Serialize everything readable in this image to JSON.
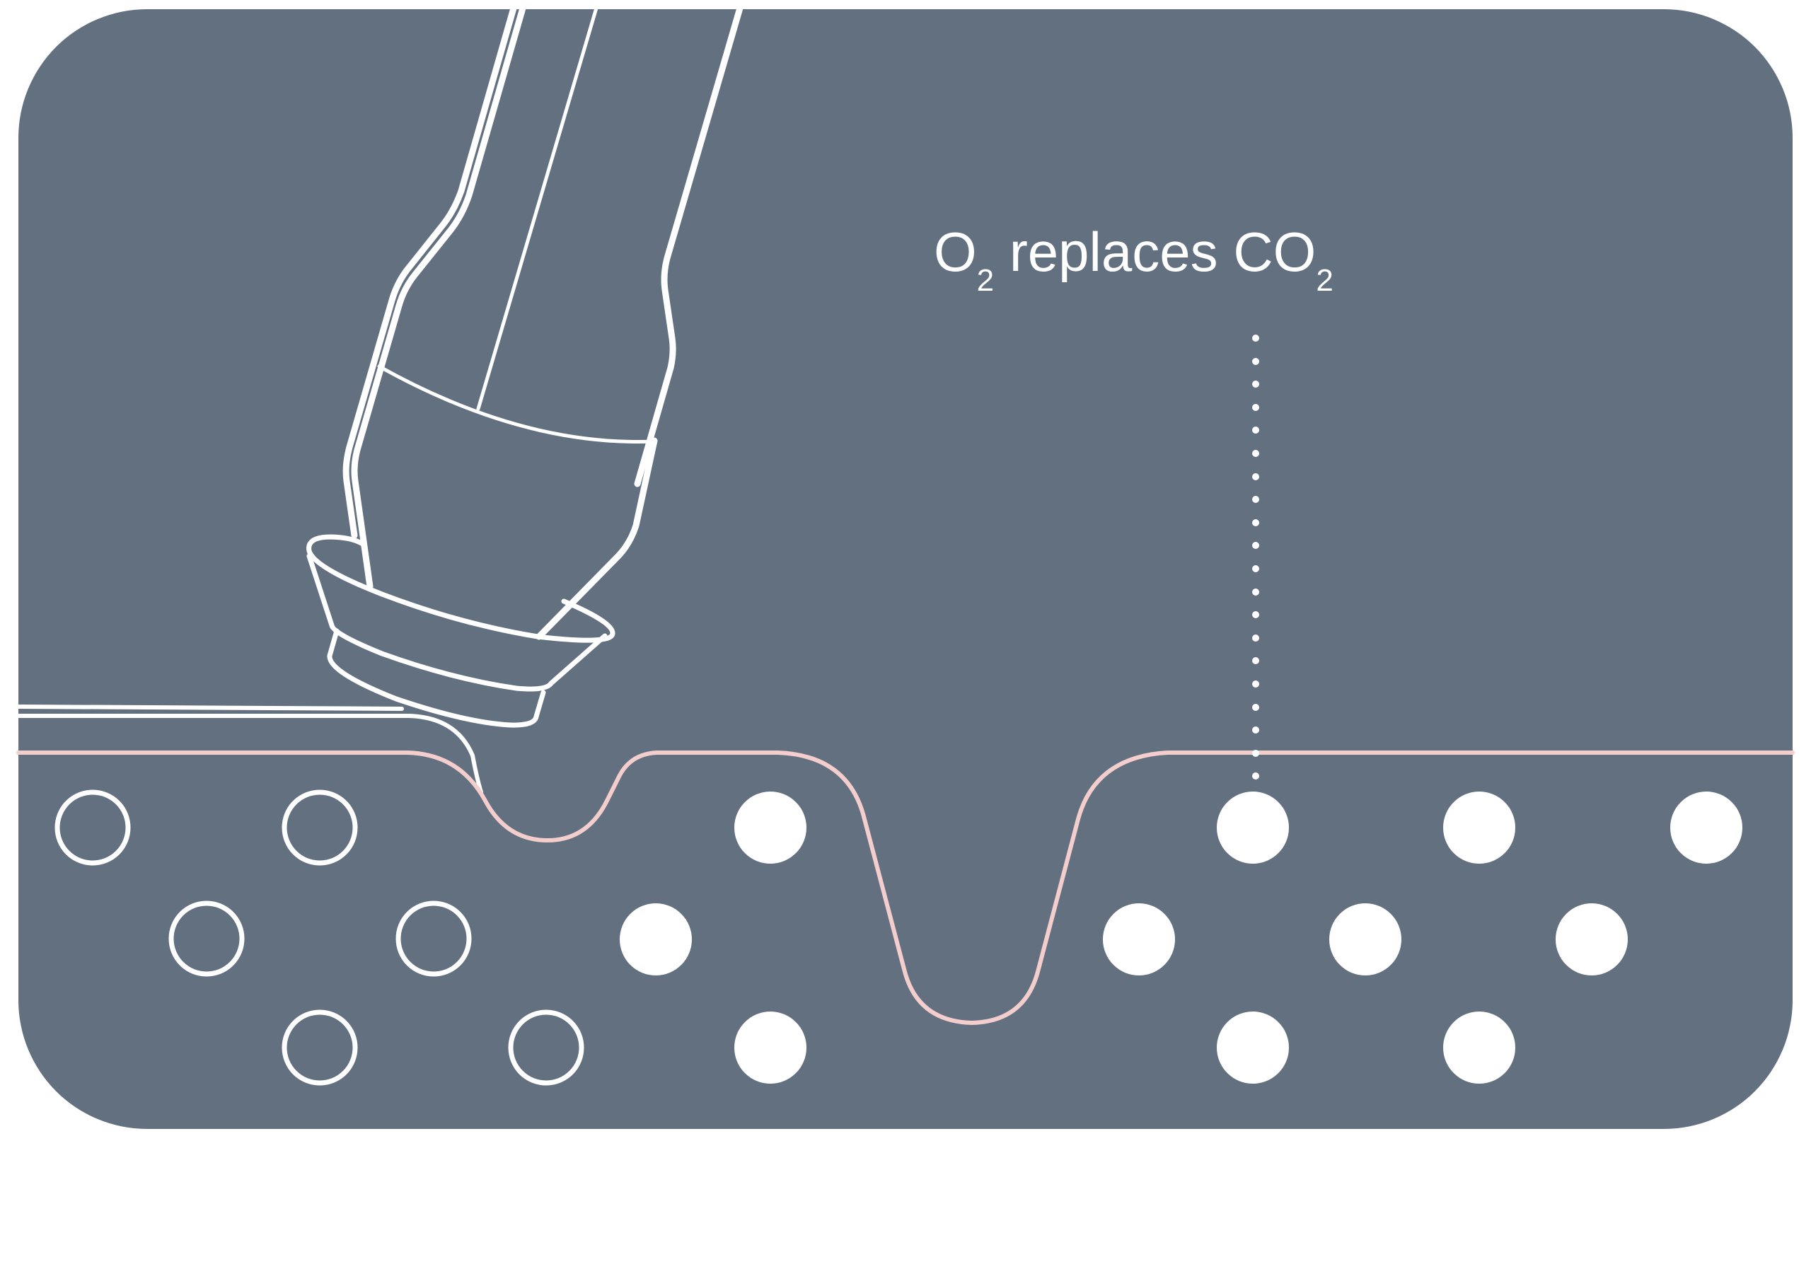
{
  "caption": {
    "text_before": "O",
    "sub_1": "2",
    "text_middle": " replaces CO",
    "sub_2": "2"
  },
  "colors": {
    "background": "#ffffff",
    "panel": "#637080",
    "line": "#ffffff",
    "skin_line": "#f4cdcd",
    "dot": "#ffffff"
  },
  "icons": {
    "device": "nozzle-applicator-icon",
    "hollow_circle": "co2-molecule-hollow-icon",
    "filled_circle": "o2-molecule-filled-icon",
    "arrow": "dotted-indicator-line"
  }
}
